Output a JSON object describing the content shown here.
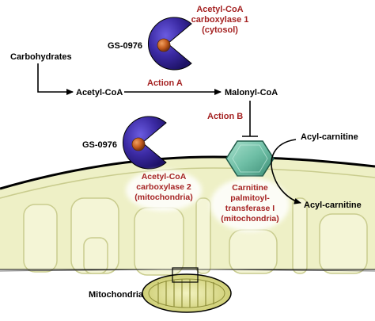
{
  "labels": {
    "carbohydrates": "Carbohydrates",
    "acetyl_coa": "Acetyl-CoA",
    "malonyl_coa": "Malonyl-CoA",
    "action_a": "Action  A",
    "action_b": "Action B",
    "gs0976_top": "GS-0976",
    "gs0976_mid": "GS-0976",
    "acc1": [
      "Acetyl-CoA",
      "carboxylase 1",
      "(cytosol)"
    ],
    "acc2": [
      "Acetyl-CoA",
      "carboxylase 2",
      "(mitochondria)"
    ],
    "cpt1": [
      "Carnitine",
      "palmitoyl-",
      "transferase I",
      "(mitochondria)"
    ],
    "acyl_carnitine_top": "Acyl-carnitine",
    "acyl_carnitine_bottom": "Acyl-carnitine",
    "mitochondria": "Mitochondria"
  },
  "colors": {
    "text_red": "#a52323",
    "enzyme_purple": "#3b2aa3",
    "inhibitor_orange": "#c45c1e",
    "cpt_green": "#6fbfa6",
    "membrane_fill": "#eef0c6",
    "cristae_stroke": "#c9cc8e"
  }
}
